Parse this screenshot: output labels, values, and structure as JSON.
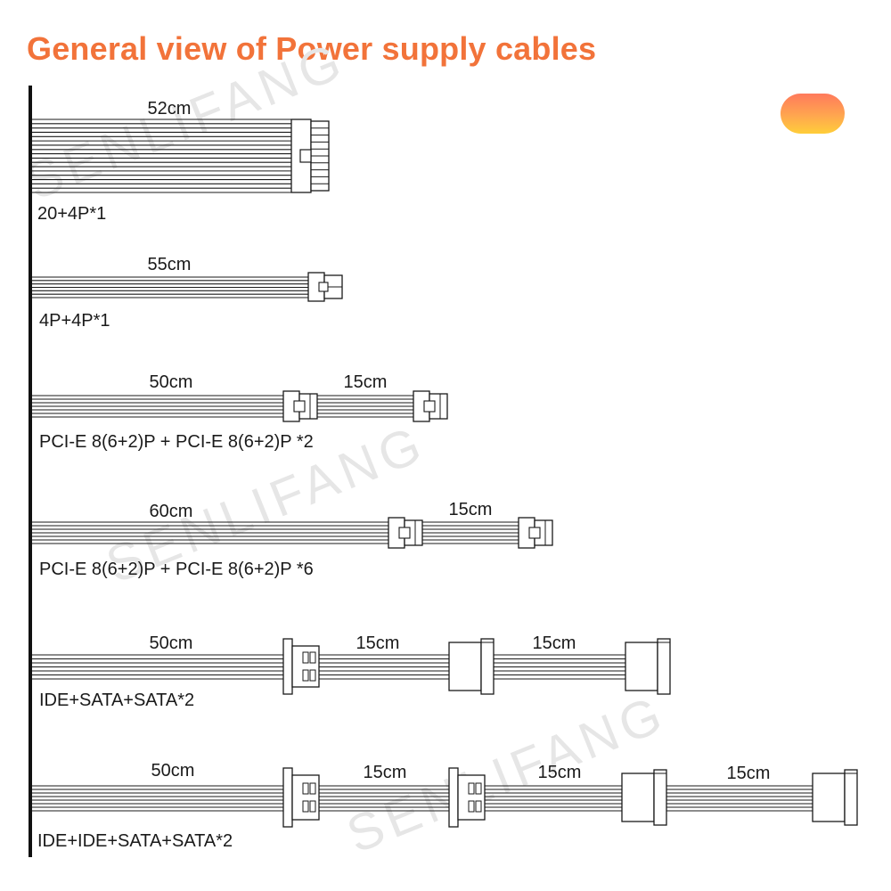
{
  "title": "General view of Power supply cables",
  "watermark": "SENLIFANG",
  "colors": {
    "title": "#f2733a",
    "line": "#1a1a1a",
    "watermark": "#e6e6e6"
  },
  "cables": [
    {
      "label": "20+4P*1",
      "segments": [
        "52cm"
      ],
      "connectors": [
        "atx-24pin"
      ]
    },
    {
      "label": "4P+4P*1",
      "segments": [
        "55cm"
      ],
      "connectors": [
        "eps-4+4pin"
      ]
    },
    {
      "label": "PCI-E 8(6+2)P + PCI-E 8(6+2)P *2",
      "segments": [
        "50cm",
        "15cm"
      ],
      "connectors": [
        "pcie-6+2pin",
        "pcie-6+2pin"
      ]
    },
    {
      "label": "PCI-E 8(6+2)P + PCI-E 8(6+2)P *6",
      "segments": [
        "60cm",
        "15cm"
      ],
      "connectors": [
        "pcie-6+2pin",
        "pcie-6+2pin"
      ]
    },
    {
      "label": "IDE+SATA+SATA*2",
      "segments": [
        "50cm",
        "15cm",
        "15cm"
      ],
      "connectors": [
        "ide-molex",
        "sata",
        "sata"
      ]
    },
    {
      "label": "IDE+IDE+SATA+SATA*2",
      "segments": [
        "50cm",
        "15cm",
        "15cm",
        "15cm"
      ],
      "connectors": [
        "ide-molex",
        "ide-molex",
        "sata",
        "sata"
      ]
    }
  ]
}
